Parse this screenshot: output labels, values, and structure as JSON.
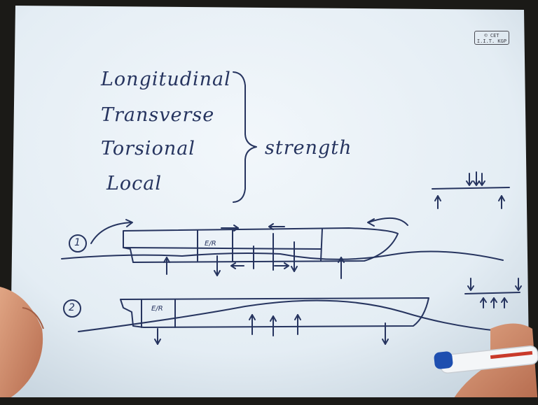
{
  "logo": {
    "line1": "© CET",
    "line2": "I.I.T. KGP"
  },
  "strength_list": {
    "items": [
      "Longitudinal",
      "Transverse",
      "Torsional",
      "Local"
    ],
    "group_label": "strength"
  },
  "case1": {
    "number": "1",
    "engine_room_label": "E/R"
  },
  "case2": {
    "number": "2",
    "engine_room_label": "E/R"
  },
  "colors": {
    "board": "#e9f1f7",
    "ink": "#26345f",
    "marker_cap": "#1e4fb0"
  }
}
